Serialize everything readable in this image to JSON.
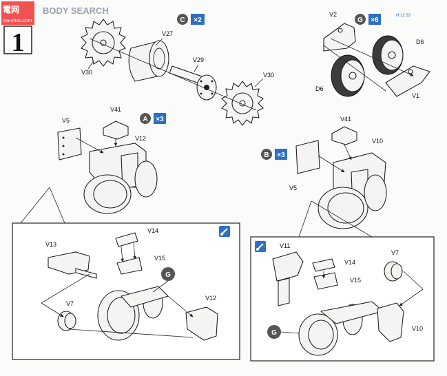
{
  "watermark": {
    "brand": "BODY SEARCH",
    "site": "ma-shou.com",
    "logo_text": "電网"
  },
  "step_number": "1",
  "sub_assemblies": {
    "A": {
      "letter": "A",
      "qty": "×3"
    },
    "B": {
      "letter": "B",
      "qty": "×3"
    },
    "C": {
      "letter": "C",
      "qty": "×2"
    },
    "G": {
      "letter": "G",
      "qty": "×6",
      "note": "H 12 33"
    }
  },
  "labels": {
    "v27": "V27",
    "v29": "V29",
    "v30a": "V30",
    "v30b": "V30",
    "v2": "V2",
    "d6a": "D6",
    "d6b": "D6",
    "v1": "V1",
    "v5a": "V5",
    "v41a": "V41",
    "v12a": "V12",
    "v5b": "V5",
    "v41b": "V41",
    "v10a": "V10",
    "v13": "V13",
    "v14a": "V14",
    "v15a": "V15",
    "v7a": "V7",
    "v12b": "V12",
    "ga": "G",
    "v11": "V11",
    "v14b": "V14",
    "v15b": "V15",
    "v7b": "V7",
    "v10b": "V10",
    "gb": "G"
  },
  "colors": {
    "badge_blue": "#2f6fc0",
    "badge_grey": "#555555",
    "tool_blue": "#2f6fc0"
  },
  "icons": {
    "tool": "glue-icon",
    "step": "step-number-icon"
  }
}
